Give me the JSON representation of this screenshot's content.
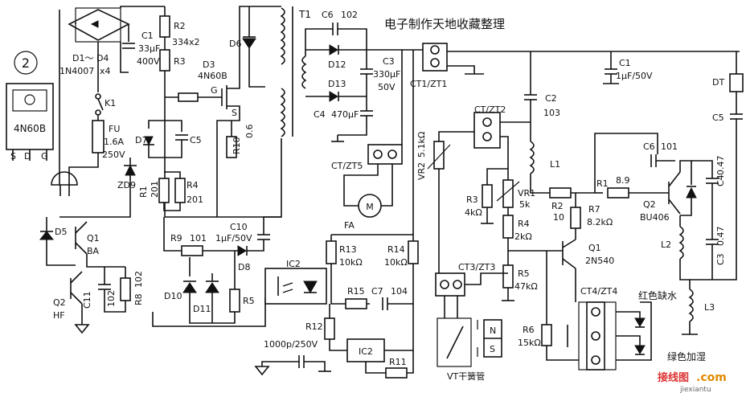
{
  "title": "电子制作天地收藏整理",
  "figure_number": "2",
  "device": {
    "name": "4N60B",
    "pins": [
      "S",
      "D",
      "G"
    ]
  },
  "labels": {
    "D1D4": "D1～ D4",
    "D1D4_part": "1N4007",
    "D1D4_count": "x4",
    "C1L": "C1",
    "C1L_val": "33μF",
    "C1L_v": "400V",
    "R2": "R2",
    "R2_val": "334x2",
    "R3": "R3",
    "D3": "D3",
    "D3_part": "4N60B",
    "G": "G",
    "S": "S",
    "D6": "D6",
    "T1": "T1",
    "C6L": "C6",
    "C6L_val": "102",
    "D12": "D12",
    "D13": "D13",
    "C3L": "C3",
    "C3L_val": "330μF",
    "C3L_v": "50V",
    "C4L": "C4",
    "C4L_val": "470μF",
    "K1": "K1",
    "FU": "FU",
    "FU_val": "1.6A",
    "FU_v": "250V",
    "D7": "D7",
    "C5L": "C5",
    "R10": "R10",
    "R10_val": "0.6",
    "ZD9": "ZD9",
    "R1L": "R1",
    "R1L_val": "201",
    "R4L": "R4",
    "R4L_val": "201",
    "D5": "D5",
    "Q1L": "Q1",
    "Q1L_part": "BA",
    "Q2L": "Q2",
    "Q2L_part": "HF",
    "C11": "C11",
    "C11_val": "102",
    "R8": "R8",
    "R8_val": "102",
    "R9": "R9",
    "R9_val": "101",
    "C10": "C10",
    "C10_val": "1μF/50V",
    "D8": "D8",
    "D10": "D10",
    "D11": "D11",
    "R5L": "R5",
    "IC2": "IC2",
    "R13": "R13",
    "R13_val": "10kΩ",
    "R14": "R14",
    "R14_val": "10kΩ",
    "R15": "R15",
    "C7L": "C7",
    "C7L_val": "104",
    "R12": "R12",
    "R11": "R11",
    "cap_hv": "1000p/250V",
    "CT5": "CT/ZT5",
    "FA": "FA",
    "M": "M",
    "CT1": "CT1/ZT1",
    "CT2": "CT/ZT2",
    "CT3": "CT3/ZT3",
    "CT4": "CT4/ZT4",
    "C2R": "C2",
    "C2R_val": "103",
    "L1": "L1",
    "VR2": "VR2",
    "VR2_val": "5.1kΩ",
    "VR1": "VR1",
    "VR1_val": "5k",
    "R3R": "R3",
    "R3R_val": "4kΩ",
    "R4R": "R4",
    "R4R_val": "2kΩ",
    "R5R": "R5",
    "R5R_val": "47kΩ",
    "R2R": "R2",
    "R2R_val": "10",
    "R7": "R7",
    "R7_val": "8.2kΩ",
    "Q1R": "Q1",
    "Q1R_part": "2N540",
    "R6": "R6",
    "R6_val": "15kΩ",
    "C1R": "C1",
    "C1R_val": "1μF/50V",
    "DT": "DT",
    "C5R": "C5",
    "C6R": "C6",
    "C6R_val": "101",
    "R1R": "R1",
    "R1R_val": "8.9",
    "Q2R": "Q2",
    "Q2R_part": "BU406",
    "C4R": "C4",
    "C4R_val": "0.47",
    "C3R": "C3",
    "C3R_val": "0.47",
    "L2": "L2",
    "L3": "L3",
    "VT": "VT干簧管",
    "N": "N",
    "Sm": "S",
    "red": "红色缺水",
    "green": "绿色加湿",
    "wm1": "接线图",
    ".com": ".com",
    "wm2": "jiexiantu"
  }
}
